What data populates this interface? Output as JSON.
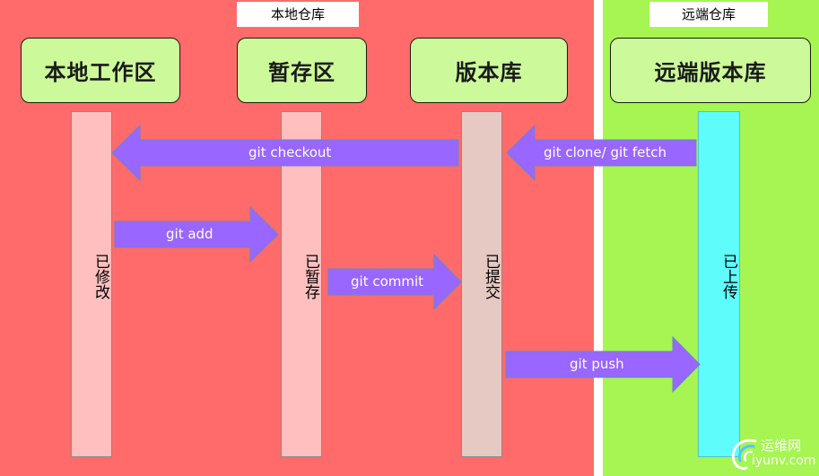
{
  "colors": {
    "local_bg": "#ff6b6b",
    "remote_bg": "#a6f553",
    "box_fill": "#ccf99a",
    "bar_modified": "#ffbfbf",
    "bar_staged": "#ffbfbf",
    "bar_committed": "#e6c9c3",
    "bar_pushed": "#5ffcfc",
    "arrow_fill": "#9966ff",
    "arrow_stroke": "#6a86c8"
  },
  "regions": {
    "local_label": "本地仓库",
    "remote_label": "远端仓库"
  },
  "areas": {
    "workdir": "本地工作区",
    "stage": "暂存区",
    "repo": "版本库",
    "remote": "远端版本库"
  },
  "states": {
    "modified": "已修改",
    "staged": "已暂存",
    "committed": "已提交",
    "pushed": "已上传"
  },
  "commands": {
    "checkout": "git checkout",
    "clone_fetch": "git clone/ git fetch",
    "add": "git add",
    "commit": "git commit",
    "push": "git push"
  },
  "watermark": {
    "cn": "运维网",
    "en": "iyunv.com",
    "icon": "swirl-logo-icon"
  }
}
